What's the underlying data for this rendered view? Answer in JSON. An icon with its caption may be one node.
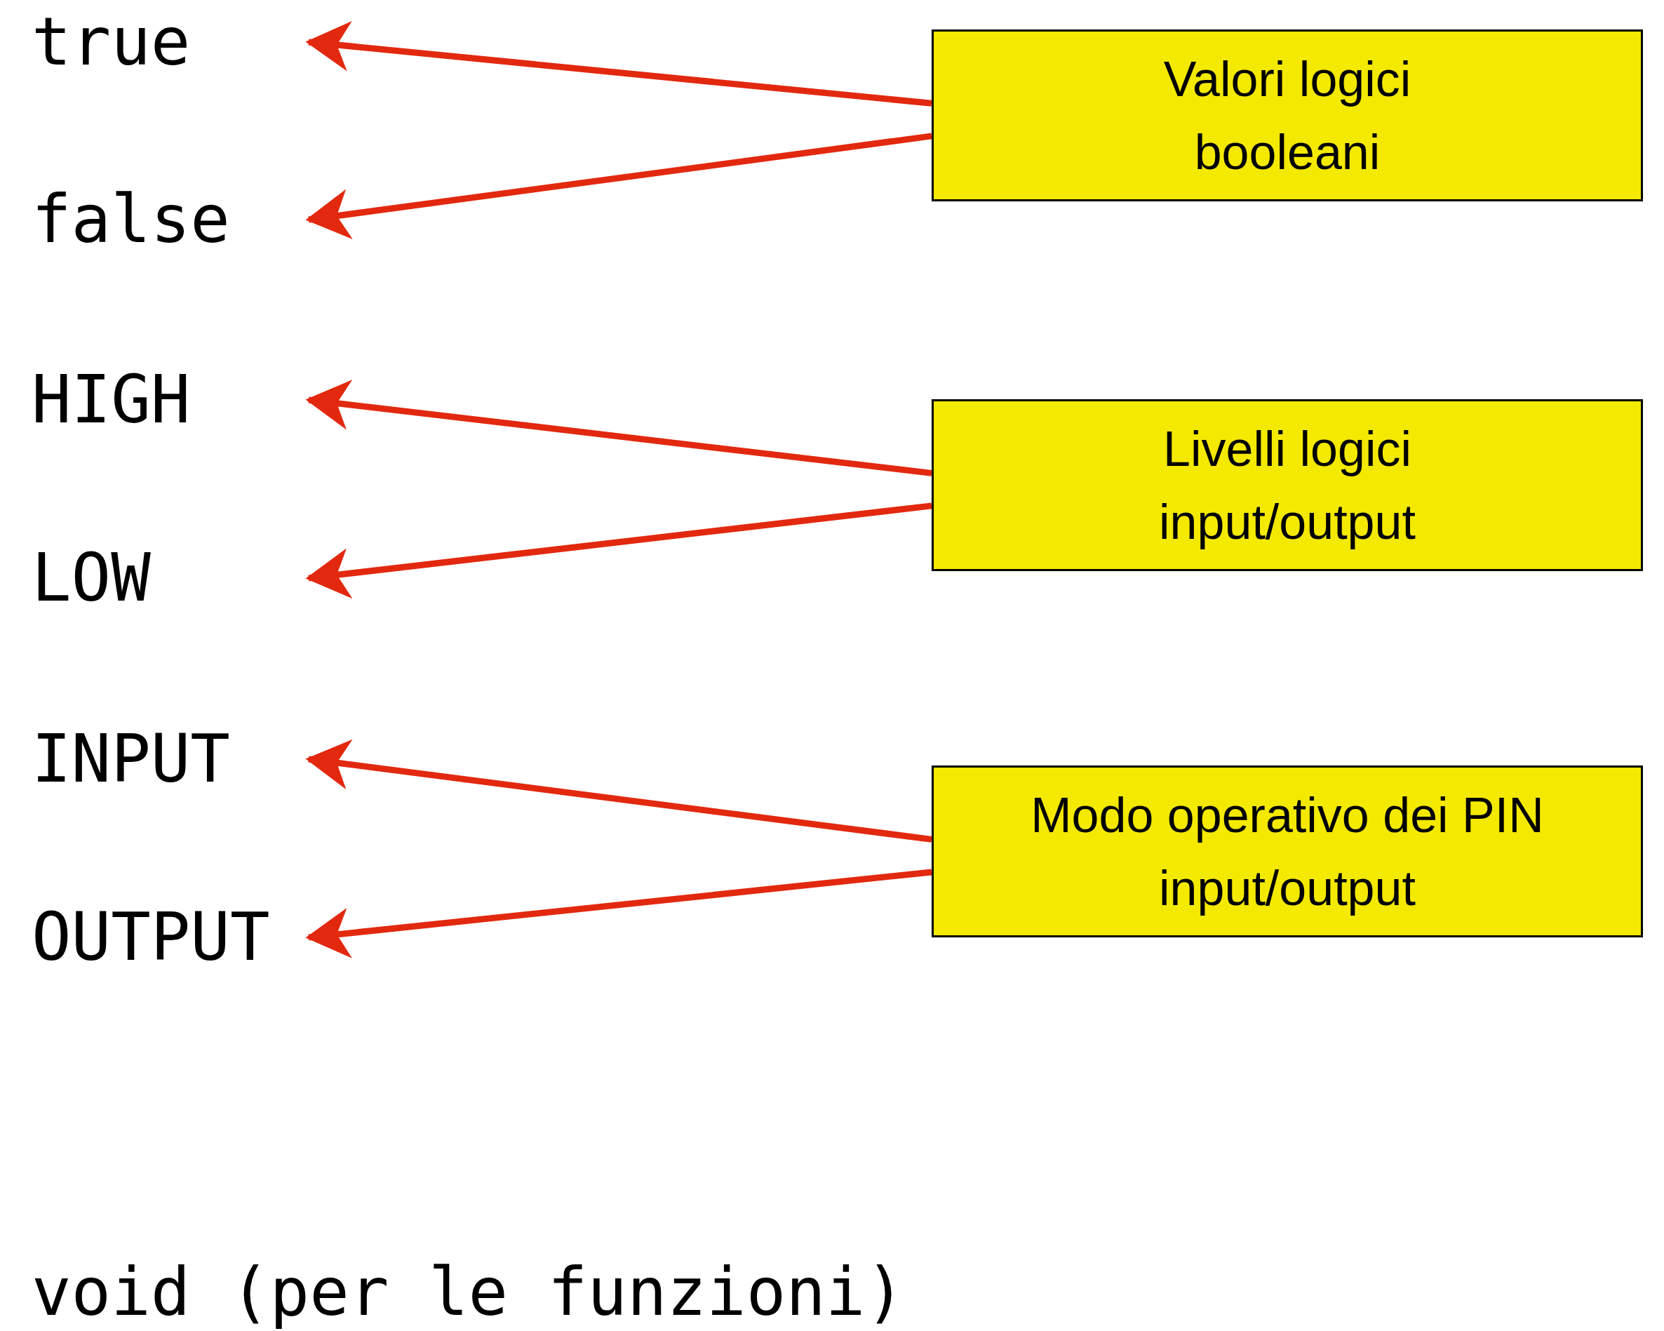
{
  "diagram": {
    "nodes": [
      {
        "text": [
          "true"
        ]
      },
      {
        "text": [
          "false"
        ]
      },
      {
        "text": [
          "HIGH"
        ]
      },
      {
        "text": [
          "LOW"
        ]
      },
      {
        "text": [
          "INPUT"
        ]
      },
      {
        "text": [
          "OUTPUT"
        ]
      },
      {
        "text": [
          "Valori logici",
          "booleani"
        ]
      },
      {
        "text": [
          "Livelli logici",
          "input/output"
        ]
      },
      {
        "text": [
          "Modo operativo dei PIN",
          "input/output"
        ]
      }
    ],
    "edges": [
      {
        "from": 6,
        "to": 0,
        "arrow": "to"
      },
      {
        "from": 6,
        "to": 1,
        "arrow": "to"
      },
      {
        "from": 7,
        "to": 2,
        "arrow": "to"
      },
      {
        "from": 7,
        "to": 3,
        "arrow": "to"
      },
      {
        "from": 8,
        "to": 4,
        "arrow": "to"
      },
      {
        "from": 8,
        "to": 5,
        "arrow": "to"
      }
    ],
    "labels": [
      "void (per le funzioni)"
    ]
  }
}
